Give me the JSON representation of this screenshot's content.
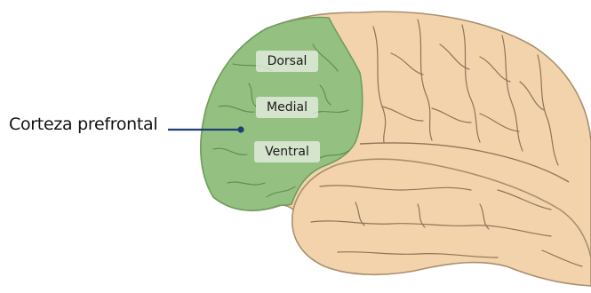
{
  "callout": {
    "label": "Corteza prefrontal"
  },
  "regions": {
    "dorsal": "Dorsal",
    "medial": "Medial",
    "ventral": "Ventral"
  },
  "colors": {
    "prefrontal_fill": "#94c082",
    "prefrontal_stroke": "#6f9e5e",
    "brain_fill": "#f2d3ac",
    "brain_stroke": "#a98f6d",
    "sulci": "#8e7457",
    "sulci_prefrontal": "#5f8a4f",
    "leader_line": "#1f3f77"
  }
}
